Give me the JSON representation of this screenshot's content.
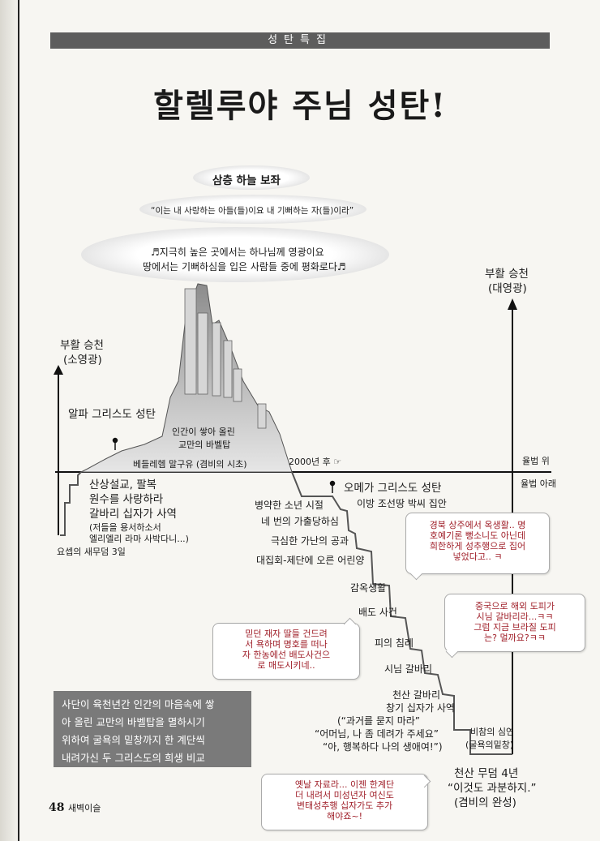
{
  "header": {
    "section_label": "성탄특집"
  },
  "title": "할렐루야 주님 성탄!",
  "clouds": {
    "top": "삼층 하늘 보좌",
    "middle": "“이는 내 사랑하는 아들(들)이요 내 기뻐하는 자(들)이라”",
    "bottom_line1": "♬지극히 높은 곳에서는 하나님께 영광이요",
    "bottom_line2": "땅에서는 기뻐하심을 입은 사람들 중에 평화로다♬"
  },
  "left_arrow": {
    "line1": "부활 승천",
    "line2": "(소영광)"
  },
  "right_arrow": {
    "line1": "부활 승천",
    "line2": "(대영광)"
  },
  "alpha": "알파 그리스도 성탄",
  "babel": {
    "line1": "인간이 쌓아 올린",
    "line2": "교만의 바벨탑"
  },
  "bethlehem": "베들레헴 말구유 (겸비의 시초)",
  "after_2000": "2000년 후 ☞",
  "law": {
    "above": "율법 위",
    "below": "율법 아래"
  },
  "left_stairs": {
    "l1": "산상설교, 팔복",
    "l2": "원수를 사랑하라",
    "l3": "갈바리 십자가 사역",
    "l4": "(저들을 용서하소서",
    "l5": "엘리엘리 라마 사박다니...)",
    "tomb": "요셉의 새무덤 3일"
  },
  "omega": {
    "title": "오메가 그리스도 성탄",
    "sub": "이방 조선땅 박씨 집안"
  },
  "right_stairs": {
    "s1": "병약한 소년 시절",
    "s2": "네 번의 가출당하심",
    "s3": "극심한 가난의 공과",
    "s4": "대집회-제단에 오른 어린양",
    "s5": "감옥생활",
    "s6": "배도 사건",
    "s7": "피의 침례",
    "s8": "시님 갈바리"
  },
  "cheonsan": {
    "l1": "천산 갈바리",
    "l2": "창기 십자가 사역",
    "l3": "(“과거를 묻지 마라”",
    "l4": "“어머님, 나 좀 데려가 주세요”",
    "l5": "“아, 행복하다 나의 생애여!”)"
  },
  "abyss": {
    "l1": "비참의 심연",
    "l2": "(굴욕의밑창)"
  },
  "tomb4": {
    "l1": "천산 무덤 4년",
    "l2": "“이것도 과분하지.”",
    "l3": "(겸비의 완성)"
  },
  "bubbles": {
    "b1": [
      "경북 상주에서 옥생활.. 명",
      "호예기론 뻥소니도 아닌데",
      "희한하게 성추행으로 집어",
      "넣었다고.. ㅋ"
    ],
    "b2": [
      "중국으로 해외 도피가",
      "시님 갈바리라...ㅋㅋ",
      "그럼 지금 브라질 도피",
      "는? 멀까요?ㅋㅋ"
    ],
    "b3": [
      "믿던 재자 딸들 건드려",
      "서 욕하며 명호를 떠나",
      "자 한농에선 배도사건으",
      "로 매도시키네.."
    ],
    "b4": [
      "옛날 자료라... 이젠 한계단",
      "더 내려서 미성년자 여신도",
      "변태성추행 십자가도 추가",
      "해야죠~!"
    ]
  },
  "note": [
    "사단이 육천년간 인간의 마음속에 쌓",
    "아 올린 교만의 바벨탑을 멸하시기",
    "위하여 굴욕의 밑창까지 한 계단씩",
    "내려가신 두 그리스도의 희생 비교"
  ],
  "footer": {
    "page": "48",
    "magazine": "새벽이슬"
  },
  "colors": {
    "bubble_text": "#a0202a",
    "header_bar": "#5d5d5d",
    "note_box": "#7a7a7a"
  }
}
